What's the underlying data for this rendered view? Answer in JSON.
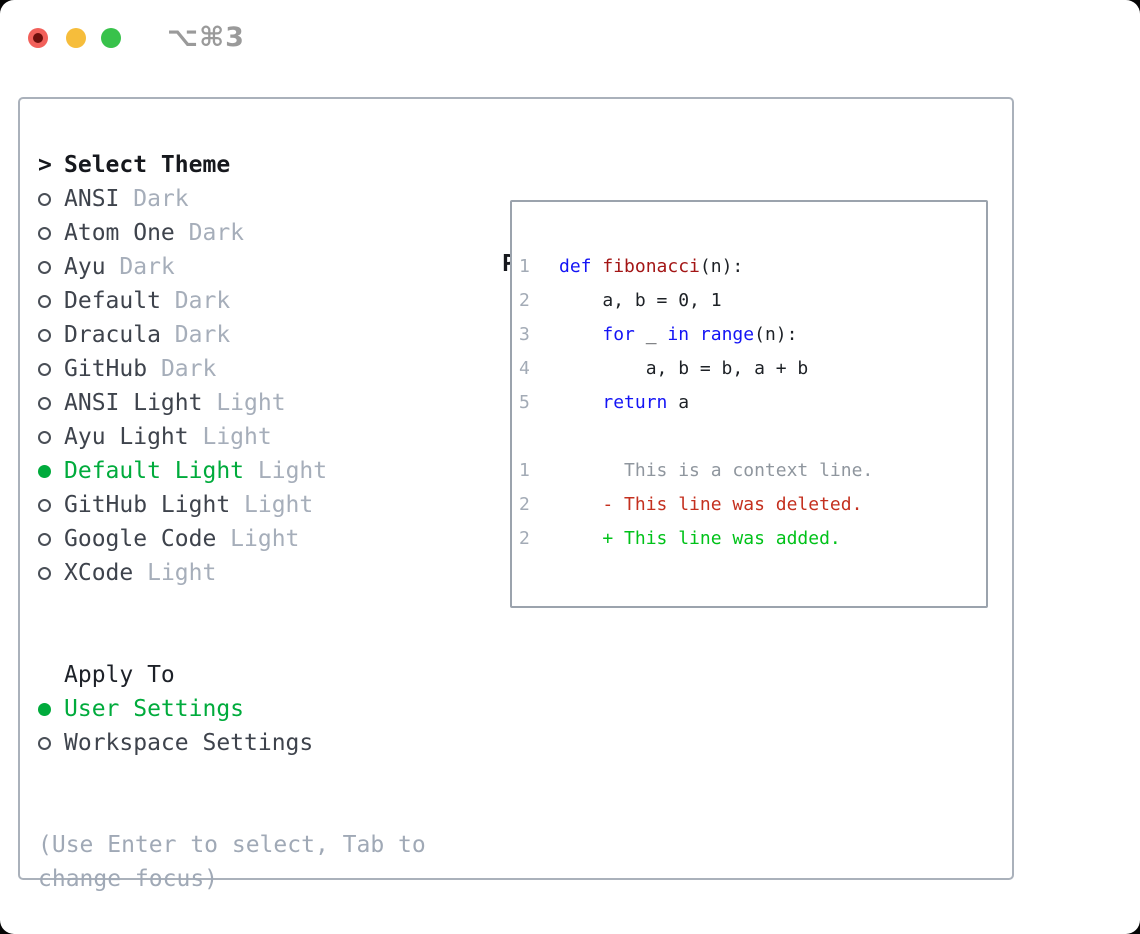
{
  "window": {
    "title": "⌥⌘3",
    "traffic_lights": [
      "close",
      "minimize",
      "zoom"
    ]
  },
  "theme_list": {
    "prompt": ">",
    "header": "Select Theme",
    "items": [
      {
        "name": "ANSI",
        "tag": "Dark",
        "selected": false
      },
      {
        "name": "Atom One",
        "tag": "Dark",
        "selected": false
      },
      {
        "name": "Ayu",
        "tag": "Dark",
        "selected": false
      },
      {
        "name": "Default",
        "tag": "Dark",
        "selected": false
      },
      {
        "name": "Dracula",
        "tag": "Dark",
        "selected": false
      },
      {
        "name": "GitHub",
        "tag": "Dark",
        "selected": false
      },
      {
        "name": "ANSI Light",
        "tag": "Light",
        "selected": false
      },
      {
        "name": "Ayu Light",
        "tag": "Light",
        "selected": false
      },
      {
        "name": "Default Light",
        "tag": "Light",
        "selected": true
      },
      {
        "name": "GitHub Light",
        "tag": "Light",
        "selected": false
      },
      {
        "name": "Google Code",
        "tag": "Light",
        "selected": false
      },
      {
        "name": "XCode",
        "tag": "Light",
        "selected": false
      }
    ]
  },
  "apply_to": {
    "header": "Apply To",
    "options": [
      {
        "name": "User Settings",
        "selected": true
      },
      {
        "name": "Workspace Settings",
        "selected": false
      }
    ]
  },
  "hint_lines": [
    "(Use Enter to select, Tab to",
    "change focus)"
  ],
  "preview": {
    "header": "Preview",
    "lines": [
      {
        "num": "1",
        "tokens": [
          {
            "c": "kw",
            "t": "def"
          },
          {
            "c": "plain",
            "t": " "
          },
          {
            "c": "fn",
            "t": "fibonacci"
          },
          {
            "c": "plain",
            "t": "(n):"
          }
        ]
      },
      {
        "num": "2",
        "tokens": [
          {
            "c": "plain",
            "t": "    a, b = 0, 1"
          }
        ]
      },
      {
        "num": "3",
        "tokens": [
          {
            "c": "plain",
            "t": "    "
          },
          {
            "c": "kw",
            "t": "for"
          },
          {
            "c": "plain",
            "t": " _ "
          },
          {
            "c": "kw",
            "t": "in"
          },
          {
            "c": "plain",
            "t": " "
          },
          {
            "c": "kw",
            "t": "range"
          },
          {
            "c": "plain",
            "t": "(n):"
          }
        ]
      },
      {
        "num": "4",
        "tokens": [
          {
            "c": "plain",
            "t": "        a, b = b, a + b"
          }
        ]
      },
      {
        "num": "5",
        "tokens": [
          {
            "c": "plain",
            "t": "    "
          },
          {
            "c": "kw",
            "t": "return"
          },
          {
            "c": "plain",
            "t": " a"
          }
        ]
      },
      {
        "num": "",
        "tokens": []
      },
      {
        "num": "1",
        "tokens": [
          {
            "c": "ctx",
            "t": "      This is a context line."
          }
        ]
      },
      {
        "num": "2",
        "tokens": [
          {
            "c": "del",
            "t": "    - This line was deleted."
          }
        ]
      },
      {
        "num": "2",
        "tokens": [
          {
            "c": "add",
            "t": "    + This line was added."
          }
        ]
      }
    ]
  },
  "colors": {
    "selection_green": "#00ab3c",
    "keyword_blue": "#1414f5",
    "function_red": "#a31515",
    "diff_deleted": "#c4301f",
    "diff_added": "#00c219",
    "muted_gray": "#a6aeba",
    "panel_border": "#aab1bb",
    "traffic_red": "#f2605a",
    "traffic_yellow": "#f6bd3b",
    "traffic_green": "#38c24b"
  }
}
